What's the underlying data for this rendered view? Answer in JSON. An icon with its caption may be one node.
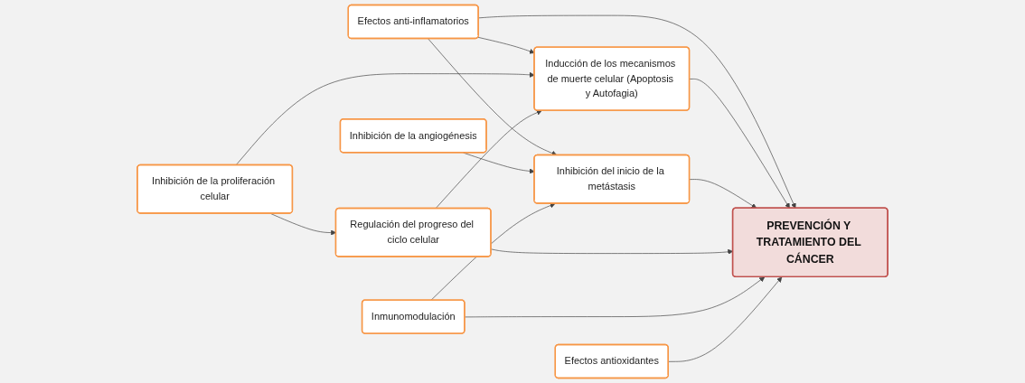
{
  "diagram": {
    "nodes": [
      {
        "text": [
          "Efectos anti-inflamatorios"
        ]
      },
      {
        "text": [
          "Inducción de los mecanismos de muerte celular (Apoptosis y Autofagia)"
        ]
      },
      {
        "text": [
          "Inhibición de la proliferación celular"
        ]
      },
      {
        "text": [
          "Inhibición del inicio de la metástasis"
        ]
      },
      {
        "text": [
          "PREVENCIÓN Y TRATAMIENTO DEL CÁNCER"
        ]
      },
      {
        "text": [
          "Regulación del progreso del ciclo celular"
        ]
      },
      {
        "text": [
          "Inhibición de la angiogénesis"
        ]
      },
      {
        "text": [
          "Inmunomodulación"
        ]
      },
      {
        "text": [
          "Efectos antioxidantes"
        ]
      }
    ],
    "edges": [
      {
        "from": 0,
        "to": 1,
        "arrow": "to"
      },
      {
        "from": 2,
        "to": 1,
        "arrow": "to"
      },
      {
        "from": 0,
        "to": 3,
        "arrow": "to"
      },
      {
        "from": 0,
        "to": 4,
        "arrow": "to"
      },
      {
        "from": 1,
        "to": 4,
        "arrow": "to"
      },
      {
        "from": 2,
        "to": 5,
        "arrow": "to"
      },
      {
        "from": 5,
        "to": 1,
        "arrow": "to"
      },
      {
        "from": 3,
        "to": 4,
        "arrow": "to"
      },
      {
        "from": 5,
        "to": 4,
        "arrow": "to"
      },
      {
        "from": 6,
        "to": 3,
        "arrow": "to"
      },
      {
        "from": 7,
        "to": 3,
        "arrow": "to"
      },
      {
        "from": 7,
        "to": 4,
        "arrow": "to"
      },
      {
        "from": 8,
        "to": 4,
        "arrow": "to"
      }
    ]
  }
}
